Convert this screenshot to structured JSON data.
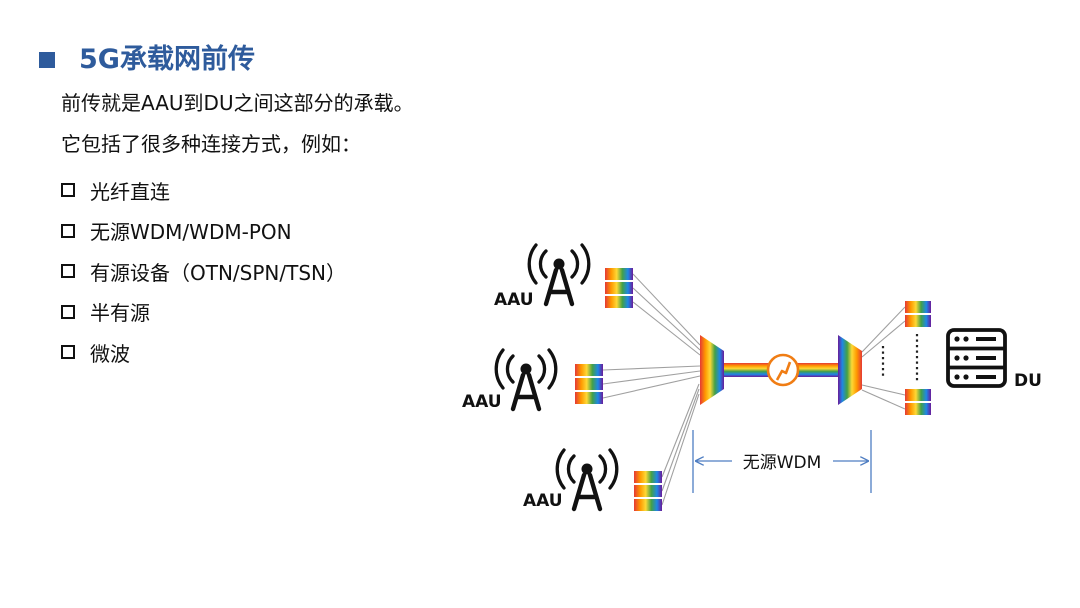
{
  "slide": {
    "title": "5G承载网前传",
    "intro": [
      "前传就是AAU到DU之间这部分的承载。",
      "它包括了很多种连接方式，例如："
    ],
    "items": [
      "光纤直连",
      "无源WDM/WDM-PON",
      "有源设备（OTN/SPN/TSN）",
      "半有源",
      "微波"
    ]
  },
  "diagram": {
    "aau_label": "AAU",
    "du_label": "DU",
    "span_label": "无源WDM"
  },
  "colors": {
    "title": "#2e5b9c",
    "bullet": "#2e5b9c",
    "text": "#111111",
    "icon": "#111111",
    "fiber": "#a0a0a0",
    "accent": "#f07d14",
    "span": "#4f7ec2"
  }
}
